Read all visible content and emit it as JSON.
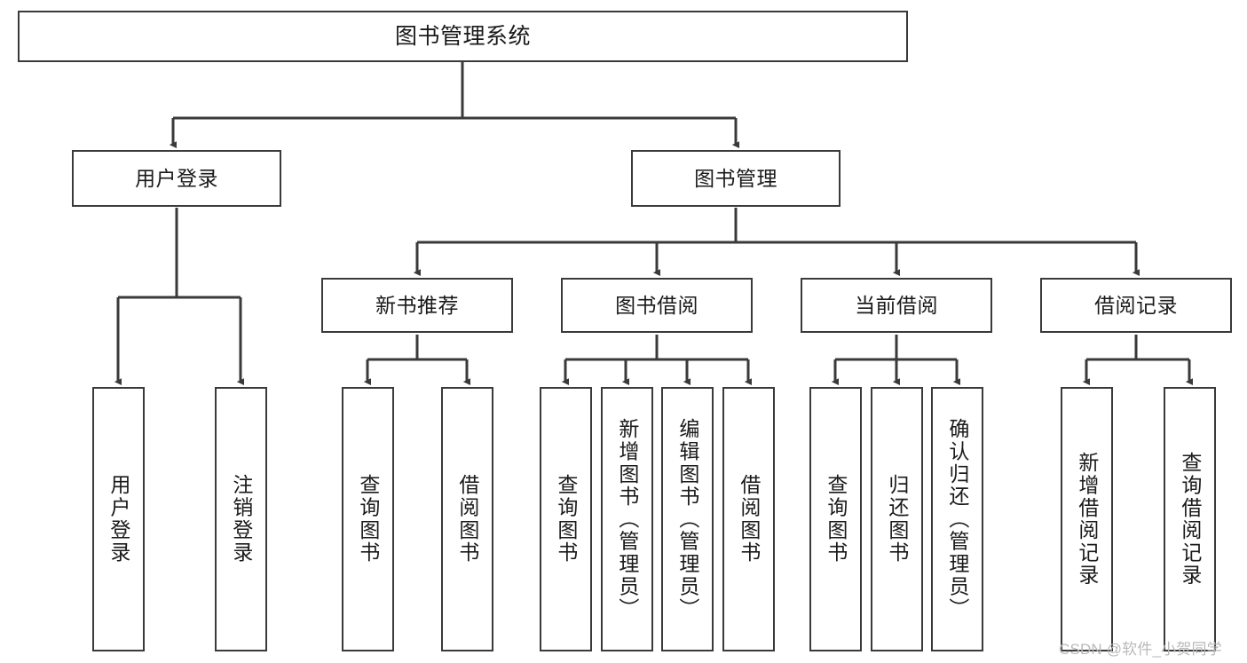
{
  "diagram": {
    "title": "图书管理系统",
    "type": "tree-hierarchy-chart",
    "root": {
      "label": "图书管理系统"
    },
    "level2": [
      {
        "label": "用户登录"
      },
      {
        "label": "图书管理"
      }
    ],
    "level3": [
      {
        "label": "新书推荐"
      },
      {
        "label": "图书借阅"
      },
      {
        "label": "当前借阅"
      },
      {
        "label": "借阅记录"
      }
    ],
    "leaves": {
      "user_login": [
        {
          "label": "用户登录"
        },
        {
          "label": "注销登录"
        }
      ],
      "new_book_recommend": [
        {
          "label": "查询图书"
        },
        {
          "label": "借阅图书"
        }
      ],
      "book_borrow": [
        {
          "label": "查询图书"
        },
        {
          "label": "新增图书（管理员）"
        },
        {
          "label": "编辑图书（管理员）"
        },
        {
          "label": "借阅图书"
        }
      ],
      "current_borrow": [
        {
          "label": "查询图书"
        },
        {
          "label": "归还图书"
        },
        {
          "label": "确认归还（管理员）"
        }
      ],
      "borrow_record": [
        {
          "label": "新增借阅记录"
        },
        {
          "label": "查询借阅记录"
        }
      ]
    }
  },
  "watermark": {
    "text": "CSDN @软件_小贺同学"
  },
  "colors": {
    "stroke": "#3a3a3a",
    "box_fill": "#ffffff",
    "text": "#1a1a1a",
    "watermark": "#b9b9b9",
    "background": "#ffffff"
  }
}
